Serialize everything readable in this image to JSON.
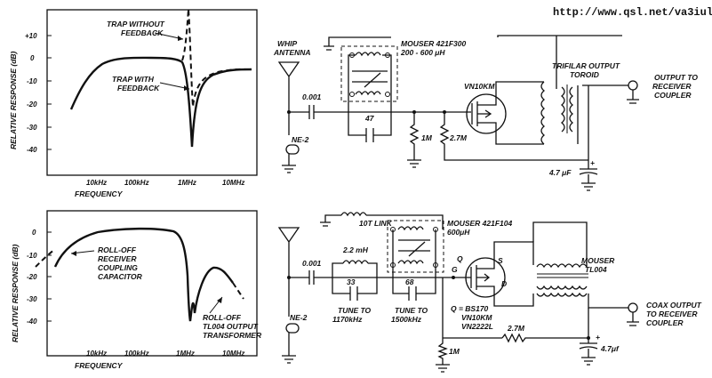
{
  "header": {
    "url": "http://www.qsl.net/va3iul"
  },
  "top_graph": {
    "ylabel": "RELATIVE RESPONSE (dB)",
    "yticks": [
      "+10",
      "0",
      "-10",
      "-20",
      "-30",
      "-40"
    ],
    "xticks": [
      "10kHz",
      "100kHz",
      "1MHz",
      "10MHz"
    ],
    "xlabel": "FREQUENCY",
    "annotations": {
      "without_1": "TRAP WITHOUT",
      "without_2": "FEEDBACK",
      "with_1": "TRAP WITH",
      "with_2": "FEEDBACK"
    }
  },
  "bottom_graph": {
    "ylabel": "RELATIVE RESPONSE (dB)",
    "yticks": [
      "0",
      "-10",
      "-20",
      "-30",
      "-40"
    ],
    "xticks": [
      "10kHz",
      "100kHz",
      "1MHz",
      "10MHz"
    ],
    "xlabel": "FREQUENCY",
    "annotations": {
      "rolloff1_1": "ROLL-OFF",
      "rolloff1_2": "RECEIVER",
      "rolloff1_3": "COUPLING",
      "rolloff1_4": "CAPACITOR",
      "rolloff2_1": "ROLL-OFF",
      "rolloff2_2": "TL004 OUTPUT",
      "rolloff2_3": "TRANSFORMER"
    }
  },
  "top_schematic": {
    "antenna_1": "WHIP",
    "antenna_2": "ANTENNA",
    "mouser_1": "MOUSER 421F300",
    "mouser_2": "200 - 600 μH",
    "cap_input": "0.001",
    "cap_47": "47",
    "neon": "NE-2",
    "r_1m": "1M",
    "r_27m": "2.7M",
    "fet": "VN10KM",
    "trifilar_1": "TRIFILAR OUTPUT",
    "trifilar_2": "TOROID",
    "out_1": "OUTPUT TO",
    "out_2": "RECEIVER",
    "out_3": "COUPLER",
    "cap_out": "4.7 μF",
    "plus": "+"
  },
  "bottom_schematic": {
    "link": "10T LINK",
    "mouser_1": "MOUSER 421F104",
    "mouser_2": "600μH",
    "cap_input": "0.001",
    "ind": "2.2 mH",
    "cap_33": "33",
    "tune1_1": "TUNE TO",
    "tune1_2": "1170kHz",
    "cap_68": "68",
    "tune2_1": "TUNE TO",
    "tune2_2": "1500kHz",
    "neon": "NE-2",
    "q_g": "G",
    "q_s": "S",
    "q_d": "D",
    "q_top": "Q",
    "q_1": "Q = BS170",
    "q_2": "VN10KM",
    "q_3": "VN2222L",
    "tl004_1": "MOUSER",
    "tl004_2": "TL004",
    "r_27m": "2.7M",
    "r_1m": "1M",
    "out_1": "COAX OUTPUT",
    "out_2": "TO RECEIVER",
    "out_3": "COUPLER",
    "cap_out": "4.7μf",
    "plus": "+"
  },
  "colors": {
    "ink": "#111111",
    "paper": "#ffffff"
  }
}
